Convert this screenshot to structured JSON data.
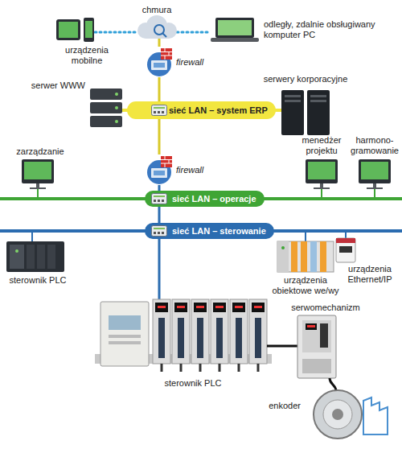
{
  "diagram": {
    "nodes": [
      {
        "text": [
          "firewall"
        ]
      },
      {
        "text": [
          "sieć LAN – system ERP"
        ]
      },
      {
        "text": [
          "firewall"
        ]
      },
      {
        "text": [
          "sieć LAN – operacje"
        ]
      },
      {
        "text": [
          "sieć LAN – sterowanie"
        ]
      }
    ],
    "edges": [
      {
        "from": 0,
        "to": 1,
        "arrow": "none"
      },
      {
        "from": 1,
        "to": 2,
        "arrow": "none"
      },
      {
        "from": 2,
        "to": 3,
        "arrow": "none"
      },
      {
        "from": 3,
        "to": 4,
        "arrow": "none"
      }
    ],
    "labels": [
      "chmura",
      "urządzenia mobilne",
      "odległy, zdalnie obsługiwany komputer PC",
      "serwer WWW",
      "serwery korporacyjne",
      "zarządzanie",
      "menedżer projektu",
      "harmono- gramowanie",
      "sterownik PLC",
      "urządzenia obiektowe we/wy",
      "urządzenia Ethernet/IP",
      "serwomechanizm",
      "sterownik PLC",
      "enkoder"
    ]
  }
}
